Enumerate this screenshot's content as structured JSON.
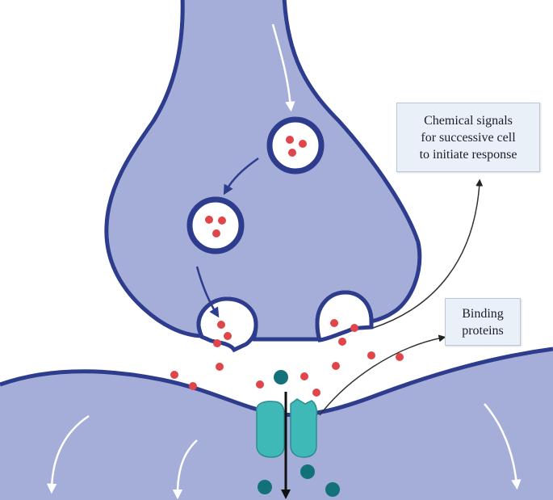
{
  "labels": {
    "chemical_signals": {
      "lines": [
        "Chemical signals",
        "for successive cell",
        "to initiate response"
      ]
    },
    "binding_proteins": {
      "lines": [
        "Binding",
        "proteins"
      ]
    }
  },
  "colors": {
    "membrane_fill": "#a5aed8",
    "membrane_outline": "#2e3c8e",
    "vesicle_fill": "#ffffff",
    "neurotransmitter": "#e0454a",
    "channel": "#3fb8b8",
    "ion": "#137279",
    "label_fill": "#e9f0f8"
  },
  "icons": [
    "vesicle-icon",
    "neurotransmitter-icon",
    "ion-channel-icon",
    "ion-icon",
    "arrow-icon"
  ]
}
